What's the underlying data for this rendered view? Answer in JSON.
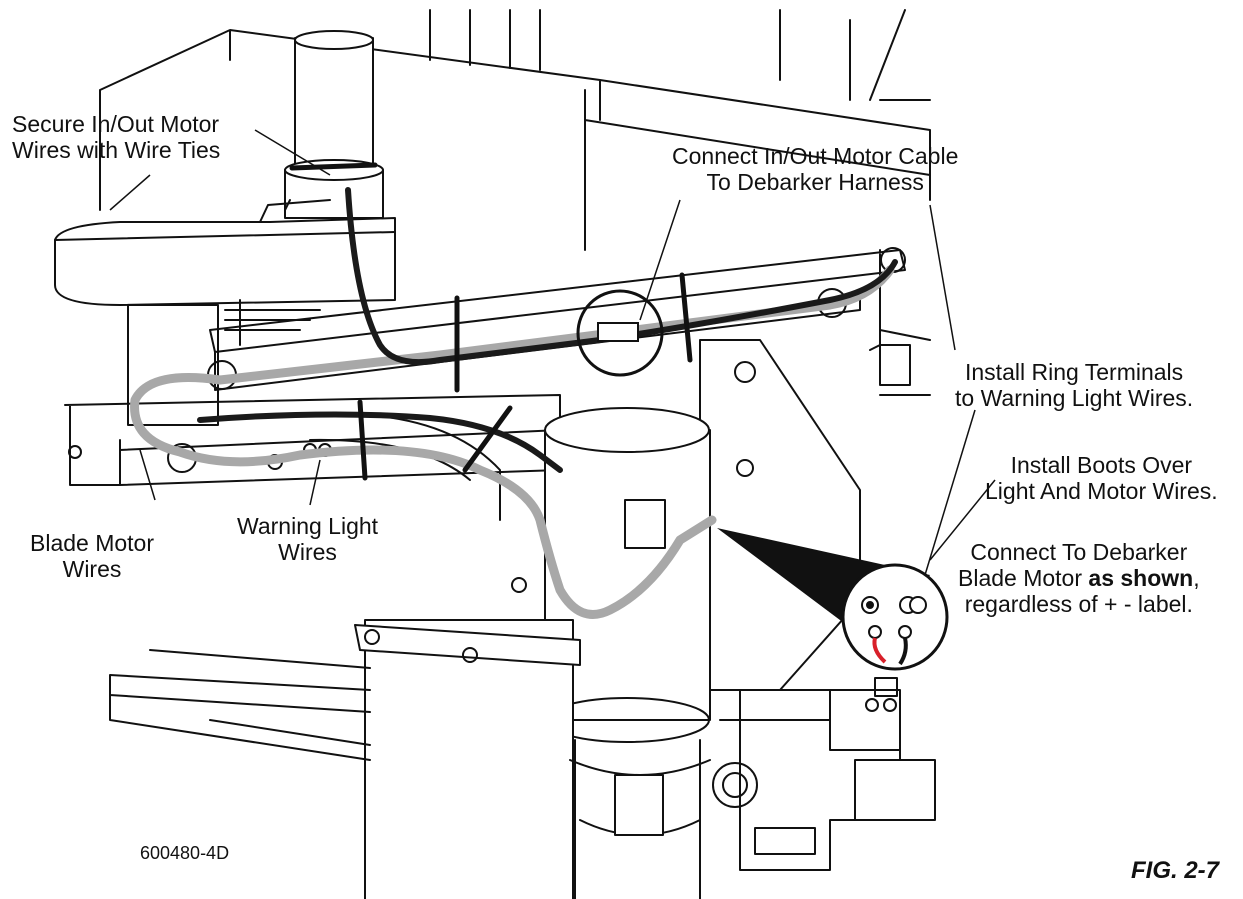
{
  "labels": {
    "secure_wires": [
      "Secure In/Out Motor",
      "Wires with Wire Ties"
    ],
    "connect_cable": [
      "Connect In/Out Motor Cable",
      "To Debarker Harness"
    ],
    "ring_terminals": [
      "Install Ring Terminals",
      "to Warning Light Wires."
    ],
    "boots": [
      "Install Boots Over",
      "Light And Motor Wires."
    ],
    "connect_motor": {
      "line1": "Connect To Debarker",
      "line2_pre": "Blade Motor ",
      "line2_bold": "as shown",
      "line2_post": ",",
      "line3": "regardless of +  - label."
    },
    "blade_wires": [
      "Blade Motor",
      "Wires"
    ],
    "warning_wires": [
      "Warning Light",
      "Wires"
    ]
  },
  "part_number": "600480-4D",
  "figure_label": "FIG. 2-7",
  "colors": {
    "line": "#111111",
    "harness_black": "#1a1a1a",
    "harness_grey": "#a8a8a8",
    "zoom_fill": "#111111",
    "terminal_red": "#d8202a"
  }
}
